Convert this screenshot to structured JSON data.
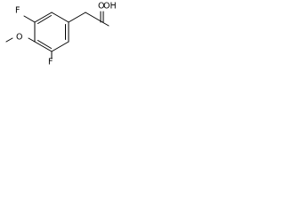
{
  "molecule": {
    "labels": {
      "fluorine_top": "F",
      "fluorine_bottom": "F",
      "oxygen_methoxy": "O",
      "oxygen_carbonyl": "O",
      "hydroxyl": "OH"
    }
  }
}
